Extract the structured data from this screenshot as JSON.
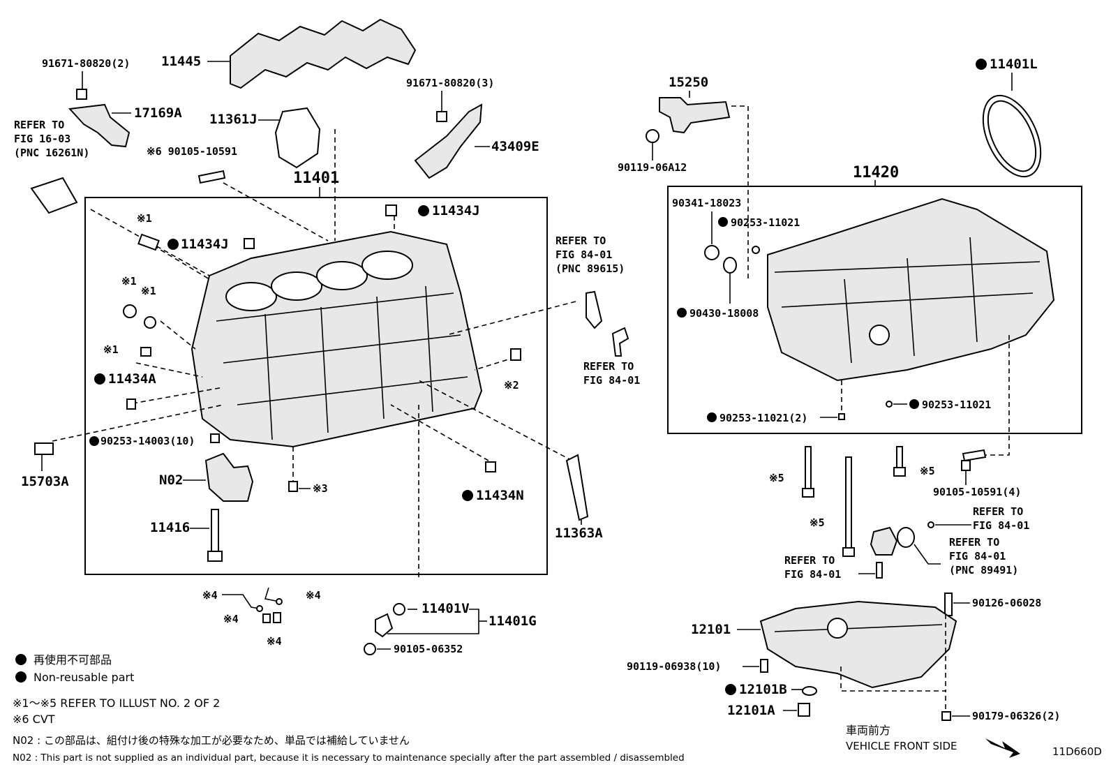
{
  "labels": {
    "p11445": "11445",
    "p91671_2": "91671-80820(2)",
    "p17169A": "17169A",
    "refer1603_a": "REFER TO",
    "refer1603_b": "FIG 16-03",
    "refer1603_c": "(PNC 16261N)",
    "p11361J": "11361J",
    "p90105_6": "※6 90105-10591",
    "p11401": "11401",
    "p91671_3": "91671-80820(3)",
    "p43409E": "43409E",
    "p11434J_top": "11434J",
    "x1_a": "※1",
    "p11434J_mid": "11434J",
    "x1_b": "※1",
    "x1_c": "※1",
    "x1_d": "※1",
    "p11434A": "11434A",
    "x2": "※2",
    "p90253_14003": "90253-14003(10)",
    "p15703A": "15703A",
    "pN02": "N02",
    "x3": "※3",
    "p11434N": "11434N",
    "p11416": "11416",
    "p11363A": "11363A",
    "refer8401a_a": "REFER TO",
    "refer8401a_b": "FIG 84-01",
    "refer8401a_c": "(PNC 89615)",
    "refer8401b_a": "REFER TO",
    "refer8401b_b": "FIG 84-01",
    "x4_a": "※4",
    "x4_b": "※4",
    "x4_c": "※4",
    "x4_d": "※4",
    "p11401V": "11401V",
    "p11401G": "11401G",
    "p90105_06352": "90105-06352",
    "p15250": "15250",
    "p90119_06A12": "90119-06A12",
    "p11401L": "11401L",
    "p11420": "11420",
    "p90341": "90341-18023",
    "p90253_11021_a": "90253-11021",
    "p90430": "90430-18008",
    "p90253_11021_b": "90253-11021",
    "p90253_11021_2": "90253-11021(2)",
    "x5_a": "※5",
    "x5_b": "※5",
    "x5_c": "※5",
    "p90105_10591_4": "90105-10591(4)",
    "refer8401c_a": "REFER TO",
    "refer8401c_b": "FIG 84-01",
    "refer8401d_a": "REFER TO",
    "refer8401d_b": "FIG 84-01",
    "refer8401e_a": "REFER TO",
    "refer8401e_b": "FIG 84-01",
    "refer8401e_c": "(PNC 89491)",
    "p90126": "90126-06028",
    "p12101": "12101",
    "p90119_06938": "90119-06938(10)",
    "p12101B": "12101B",
    "p12101A": "12101A",
    "p90179": "90179-06326(2)"
  },
  "legend": {
    "jp": "再使用不可部品",
    "en": "Non-reusable part",
    "ref": "※1～※5  REFER TO ILLUST NO. 2 OF 2",
    "cvt": "※6  CVT",
    "n02_jp": "N02 : この部品は、組付け後の特殊な加工が必要なため、単品では補給していません",
    "n02_en": "N02 : This part is not supplied as an individual part, because it is necessary to maintenance specially after the part assembled / disassembled"
  },
  "front": {
    "jp": "車両前方",
    "en": "VEHICLE FRONT SIDE"
  },
  "code": "11D660D"
}
